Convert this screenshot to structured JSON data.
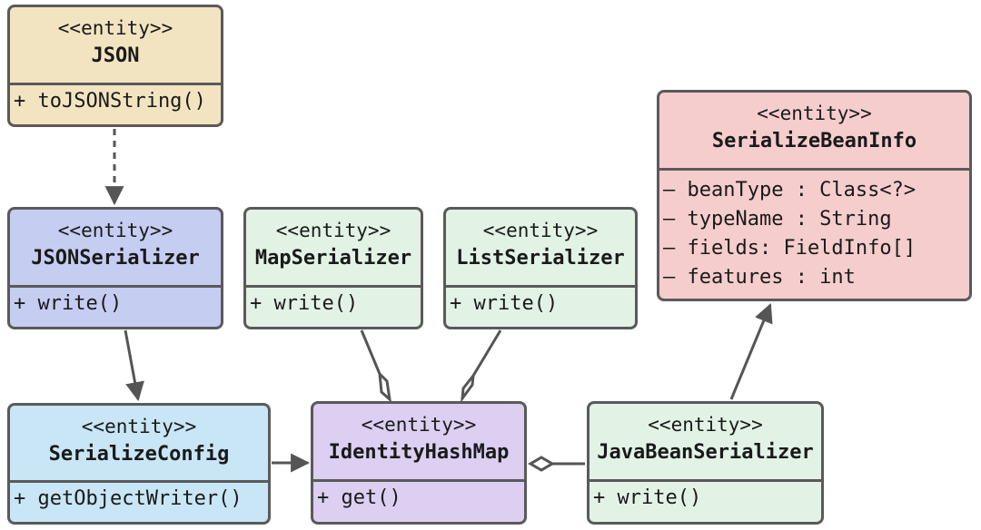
{
  "diagram": {
    "boxes": {
      "json": {
        "stereotype": "<<entity>>",
        "name": "JSON",
        "members": [
          "+ toJSONString()"
        ],
        "fill": "#f3e4c1"
      },
      "jsonSerializer": {
        "stereotype": "<<entity>>",
        "name": "JSONSerializer",
        "members": [
          "+ write()"
        ],
        "fill": "#c5cdf1"
      },
      "mapSerializer": {
        "stereotype": "<<entity>>",
        "name": "MapSerializer",
        "members": [
          "+ write()"
        ],
        "fill": "#e2f3e6"
      },
      "listSerializer": {
        "stereotype": "<<entity>>",
        "name": "ListSerializer",
        "members": [
          "+ write()"
        ],
        "fill": "#e2f3e6"
      },
      "serializeBeanInfo": {
        "stereotype": "<<entity>>",
        "name": "SerializeBeanInfo",
        "members": [
          "– beanType : Class<?>",
          "– typeName : String",
          "– fields: FieldInfo[]",
          "– features : int"
        ],
        "fill": "#f5cdcd"
      },
      "serializeConfig": {
        "stereotype": "<<entity>>",
        "name": "SerializeConfig",
        "members": [
          "+ getObjectWriter()"
        ],
        "fill": "#c8e6f5"
      },
      "identityHashMap": {
        "stereotype": "<<entity>>",
        "name": "IdentityHashMap",
        "members": [
          "+ get()"
        ],
        "fill": "#dccff2"
      },
      "javaBeanSerializer": {
        "stereotype": "<<entity>>",
        "name": "JavaBeanSerializer",
        "members": [
          "+ write()"
        ],
        "fill": "#e2f3e6"
      }
    },
    "colors": {
      "border": "#5a5a5a",
      "edge": "#555555"
    }
  }
}
